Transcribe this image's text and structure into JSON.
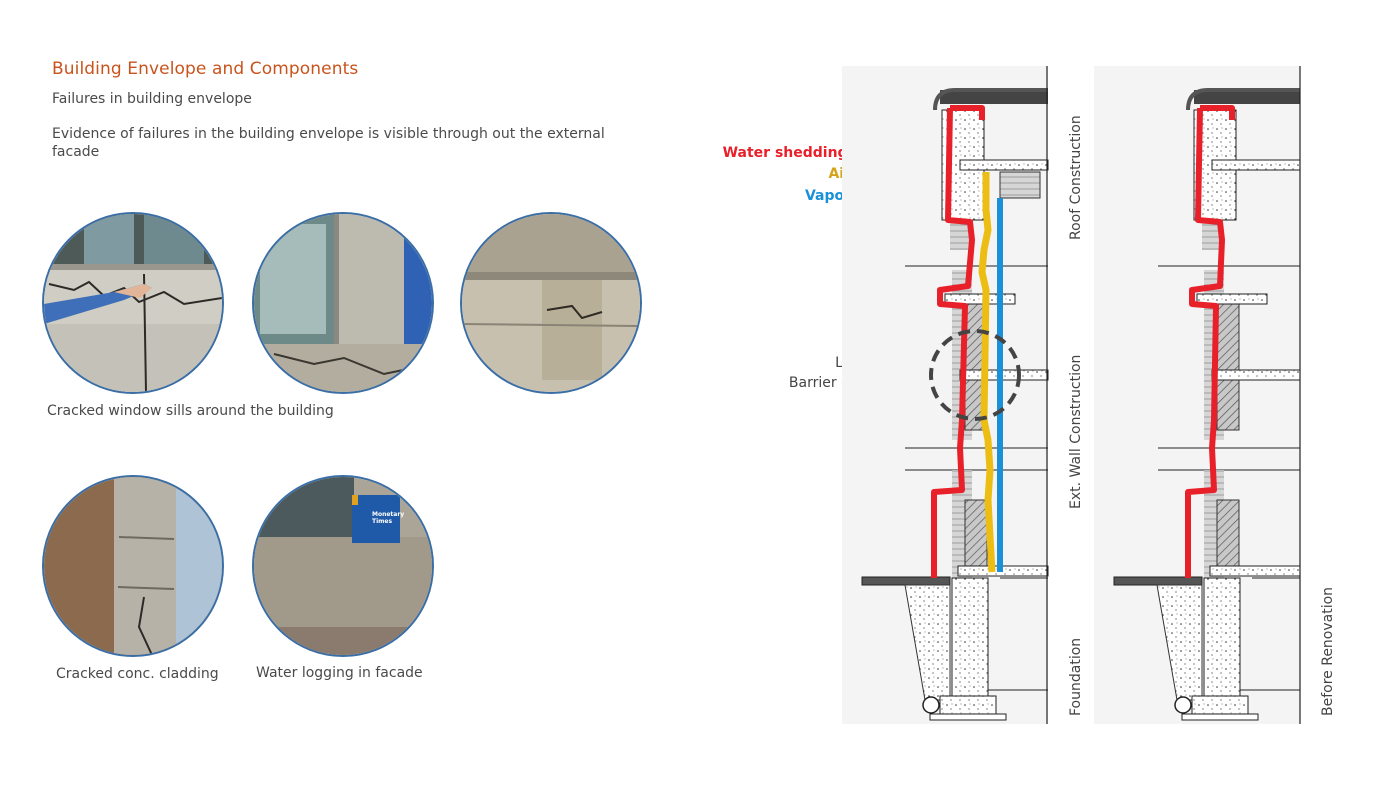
{
  "header": {
    "title": "Building  Envelope and Components",
    "subtitle": "Failures in building envelope",
    "paragraph": "Evidence of failures in the building envelope is visible through out the external facade"
  },
  "photos": {
    "caption_row1": "Cracked window sills around the building",
    "caption_cladding": "Cracked conc. cladding",
    "caption_water": "Water logging in facade",
    "sign_title": "Monetary Times"
  },
  "diagram": {
    "legend": [
      {
        "label": "Water shedding surface",
        "color": "#e8202a"
      },
      {
        "label": "Air Barrier",
        "color": "#d4a418"
      },
      {
        "label": "Vapor Barrier",
        "color": "#1a90d8"
      }
    ],
    "leak_label_line1": "Leakage in",
    "leak_label_line2": "Barrier continuity",
    "section_labels": {
      "roof": "Roof Construction",
      "wall": "Ext. Wall Construction",
      "foundation": "Foundation",
      "before": "Before Renovation"
    }
  }
}
